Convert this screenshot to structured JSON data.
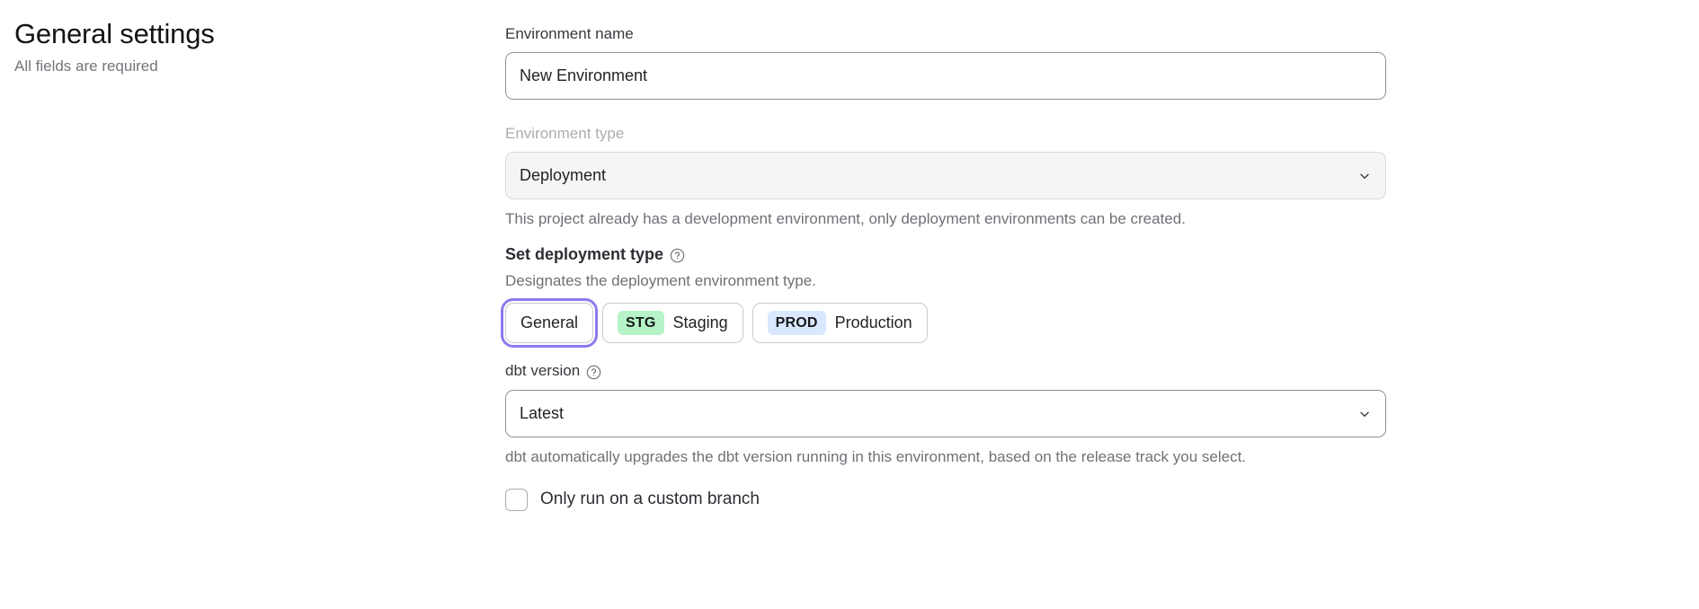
{
  "header": {
    "title": "General settings",
    "subtitle": "All fields are required"
  },
  "form": {
    "environment_name": {
      "label": "Environment name",
      "value": "New Environment",
      "placeholder": "New Environment"
    },
    "environment_type": {
      "label": "Environment type",
      "value": "Deployment",
      "disabled": true,
      "helper": "This project already has a development environment, only deployment environments can be created."
    },
    "deployment_type": {
      "heading": "Set deployment type",
      "help_icon": "question-circle-icon",
      "description": "Designates the deployment environment type.",
      "options": [
        {
          "label": "General",
          "badge": "",
          "selected": true
        },
        {
          "label": "Staging",
          "badge": "STG",
          "selected": false
        },
        {
          "label": "Production",
          "badge": "PROD",
          "selected": false
        }
      ]
    },
    "dbt_version": {
      "label": "dbt version",
      "help_icon": "question-circle-icon",
      "value": "Latest",
      "helper": "dbt automatically upgrades the dbt version running in this environment, based on the release track you select."
    },
    "custom_branch": {
      "label": "Only run on a custom branch",
      "checked": false
    }
  },
  "colors": {
    "focus_ring": "#8b7bf0",
    "badge_staging_bg": "#b6f3c6",
    "badge_production_bg": "#d9e8fd",
    "input_border": "#8f9296",
    "disabled_bg": "#f5f5f6"
  },
  "icons": {
    "chevron_down": "chevron-down-icon"
  }
}
